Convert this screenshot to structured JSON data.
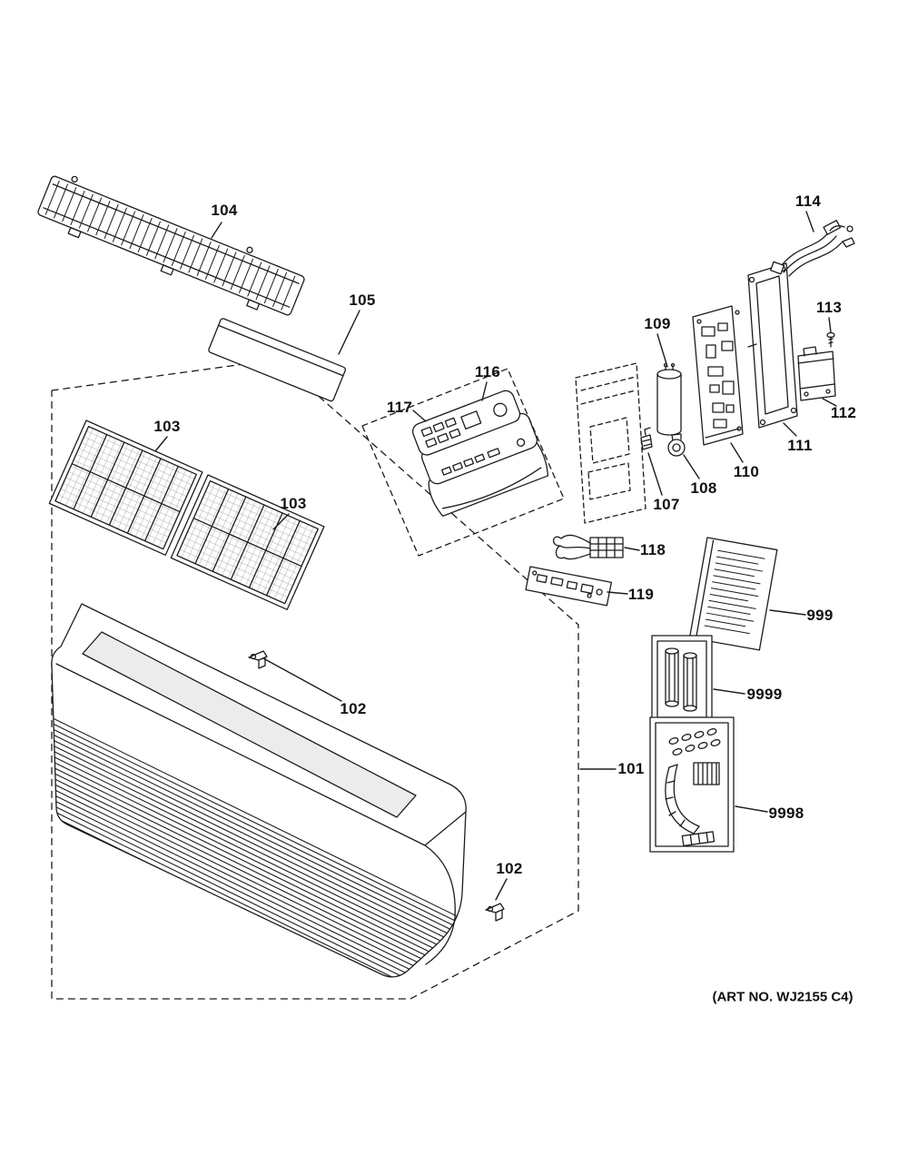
{
  "diagram": {
    "art_note": "(ART NO. WJ2155 C4)",
    "callouts": {
      "c104": "104",
      "c105": "105",
      "c114": "114",
      "c113": "113",
      "c109": "109",
      "c116": "116",
      "c117": "117",
      "c103a": "103",
      "c112": "112",
      "c111": "111",
      "c110": "110",
      "c108": "108",
      "c103b": "103",
      "c107": "107",
      "c118": "118",
      "c119": "119",
      "c999": "999",
      "c9999": "9999",
      "c102a": "102",
      "c101": "101",
      "c9998": "9998",
      "c102b": "102"
    }
  }
}
